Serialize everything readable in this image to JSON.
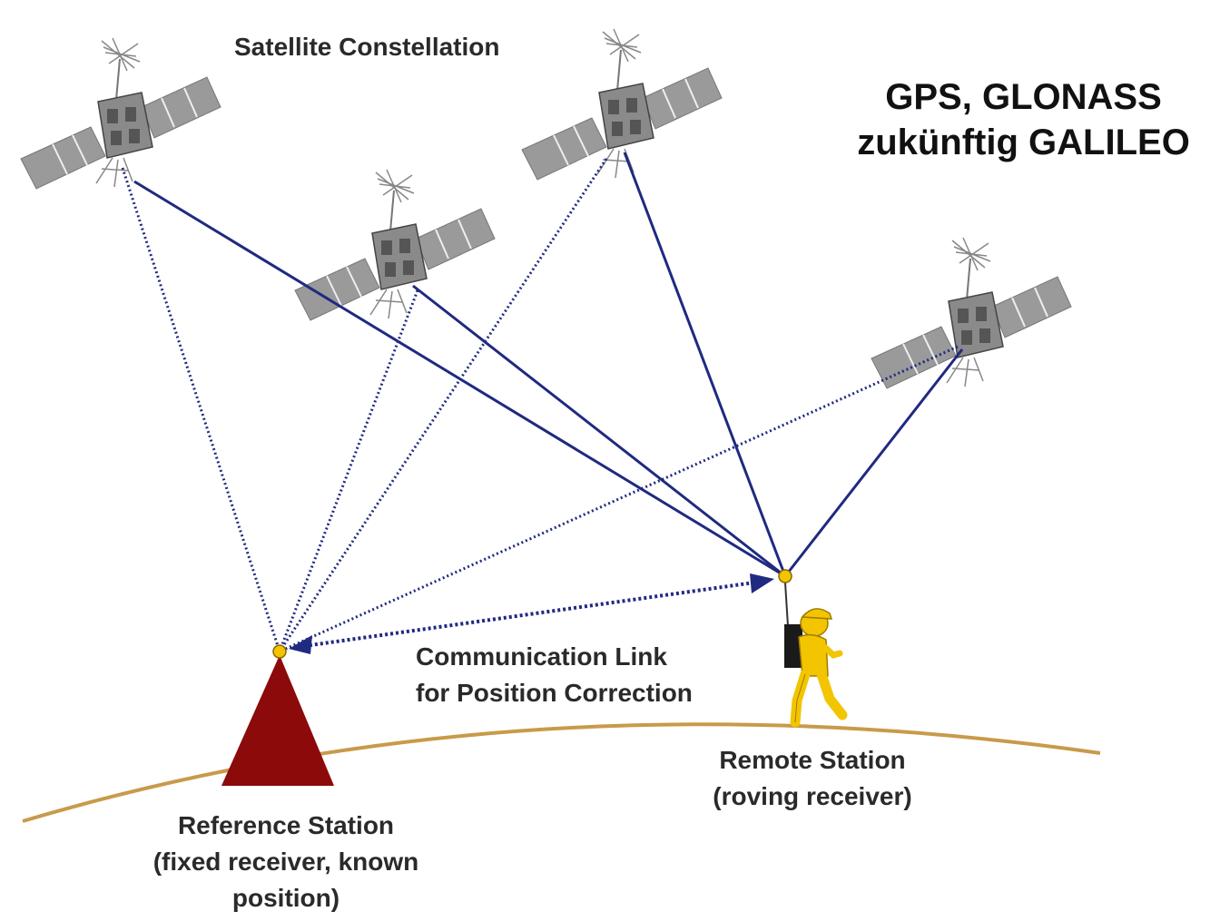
{
  "title": "Satellite Constellation",
  "systems": {
    "line1": "GPS, GLONASS",
    "line2": "zukünftig GALILEO"
  },
  "link": {
    "line1": "Communication Link",
    "line2": "for Position Correction"
  },
  "remote": {
    "line1": "Remote Station",
    "line2": "(roving receiver)"
  },
  "reference": {
    "line1": "Reference Station",
    "line2": "(fixed receiver, known",
    "line3": "position)"
  },
  "colors": {
    "signal": "#1f2a80",
    "ground": "#c89a4a",
    "reference": "#8c0a0a",
    "receiver": "#f2c500",
    "panel": "#9a9a9a",
    "body": "#8a8a8a"
  }
}
